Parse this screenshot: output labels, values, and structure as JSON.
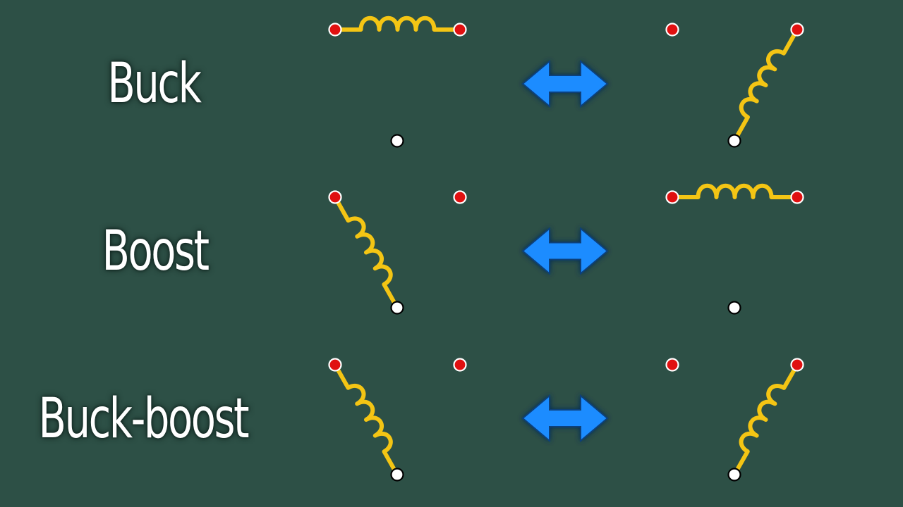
{
  "rows": [
    {
      "label": "Buck",
      "left": "series-inductor",
      "right": "inductor-to-output"
    },
    {
      "label": "Boost",
      "left": "inductor-to-input",
      "right": "series-inductor"
    },
    {
      "label": "Buck-boost",
      "left": "inductor-to-input",
      "right": "inductor-to-output"
    }
  ],
  "colors": {
    "background": "#2d5046",
    "input_rail": "#e01010",
    "ground_rail": "#000000",
    "inductor": "#f4c514",
    "terminal": "#e01010",
    "ground_node": "#ffffff",
    "arrow": "#1a8cff"
  },
  "icons": {
    "swap": "double-headed-arrow-icon"
  }
}
